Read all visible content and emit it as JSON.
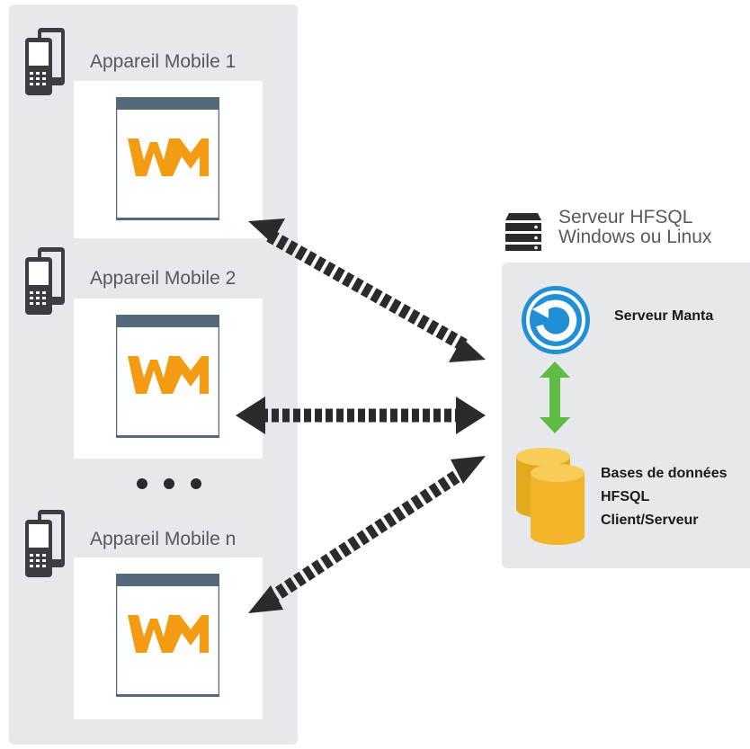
{
  "devices": [
    {
      "label": "Appareil Mobile 1"
    },
    {
      "label": "Appareil Mobile 2"
    },
    {
      "label": "Appareil Mobile n"
    }
  ],
  "server": {
    "title_line1": "Serveur HFSQL",
    "title_line2": "Windows ou Linux",
    "manta_label": "Serveur Manta",
    "db_label_line1": "Bases de données",
    "db_label_line2": "HFSQL",
    "db_label_line3": "Client/Serveur"
  },
  "colors": {
    "panel": "#e6e8ec",
    "app_header": "#546a7b",
    "wm_logo": "#f39b13",
    "manta_blue": "#1f8fd6",
    "sync_green": "#5dbb46",
    "db_yellow": "#f2b52a",
    "arrow_dark": "#2b2b2b"
  },
  "icons": [
    "mobile-phone-icon",
    "wm-logo-icon",
    "server-rack-icon",
    "manta-sync-icon",
    "database-icon",
    "bidirectional-arrow-icon"
  ]
}
